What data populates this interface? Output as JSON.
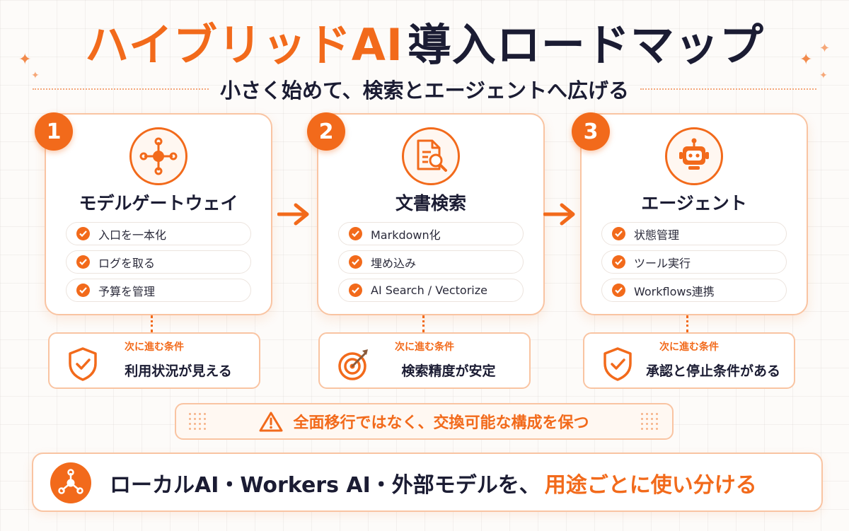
{
  "title": {
    "accent": "ハイブリッドAI",
    "rest": "導入ロードマップ"
  },
  "subtitle": "小さく始めて、検索とエージェントへ広げる",
  "steps": [
    {
      "number": "1",
      "title": "モデルゲートウェイ",
      "icon": "network-hub-icon",
      "items": [
        "入口を一本化",
        "ログを取る",
        "予算を管理"
      ],
      "condition_label": "次に進む条件",
      "condition_icon": "shield-check-icon",
      "condition_text": "利用状況が見える"
    },
    {
      "number": "2",
      "title": "文書検索",
      "icon": "document-search-icon",
      "items": [
        "Markdown化",
        "埋め込み",
        "AI Search / Vectorize"
      ],
      "condition_label": "次に進む条件",
      "condition_icon": "target-icon",
      "condition_text": "検索精度が安定"
    },
    {
      "number": "3",
      "title": "エージェント",
      "icon": "robot-icon",
      "items": [
        "状態管理",
        "ツール実行",
        "Workflows連携"
      ],
      "condition_label": "次に進む条件",
      "condition_icon": "shield-check-icon",
      "condition_text": "承認と停止条件がある"
    }
  ],
  "warning": {
    "icon": "warning-icon",
    "text": "全面移行ではなく、交換可能な構成を保つ"
  },
  "bottom": {
    "icon": "network-hub-icon",
    "text_main": "ローカルAI・Workers AI・外部モデルを、",
    "text_accent": "用途ごとに使い分ける"
  },
  "colors": {
    "accent": "#f26a1b",
    "dark": "#1b1c33",
    "border": "#f9c4a2"
  }
}
